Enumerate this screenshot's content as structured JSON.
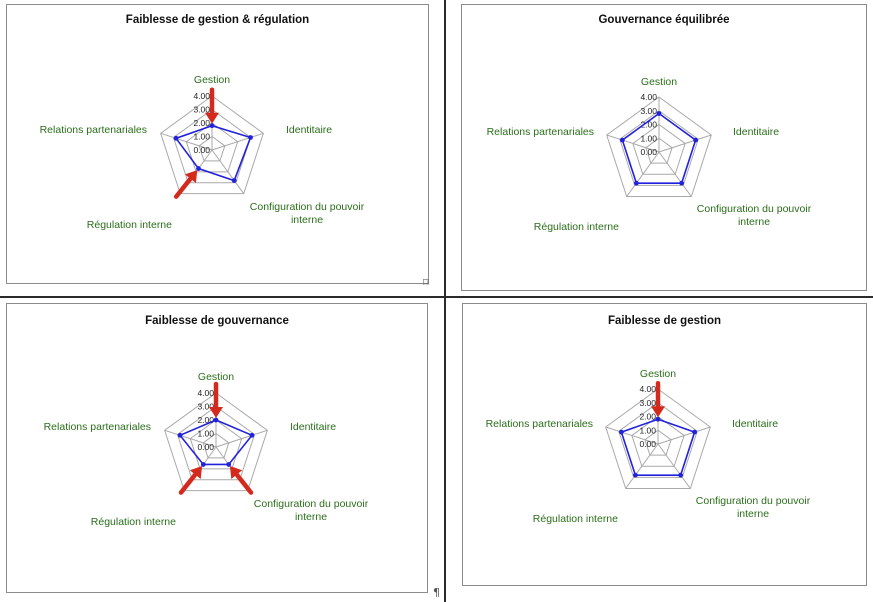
{
  "chart_data": [
    {
      "type": "radar",
      "title": "Faiblesse de gestion & régulation",
      "axes": [
        "Gestion",
        "Identitaire",
        "Configuration du pouvoir interne",
        "Régulation interne",
        "Relations partenariales"
      ],
      "ticks": [
        "0.00",
        "1.00",
        "2.00",
        "3.00",
        "4.00"
      ],
      "rmax": 4,
      "values": [
        1.8,
        3.0,
        2.8,
        1.7,
        2.8
      ],
      "arrows": [
        "Gestion",
        "Régulation interne"
      ],
      "colors": {
        "series": "#2222dd",
        "arrow": "#d42a1e",
        "label": "#2a6e1a",
        "grid": "#a9a9a9"
      }
    },
    {
      "type": "radar",
      "title": "Gouvernance équilibrée",
      "axes": [
        "Gestion",
        "Identitaire",
        "Configuration du pouvoir interne",
        "Régulation interne",
        "Relations partenariales"
      ],
      "ticks": [
        "0.00",
        "1.00",
        "2.00",
        "3.00",
        "4.00"
      ],
      "rmax": 4,
      "values": [
        2.8,
        2.8,
        2.8,
        2.8,
        2.8
      ],
      "arrows": [],
      "colors": {
        "series": "#2222dd",
        "arrow": "#d42a1e",
        "label": "#2a6e1a",
        "grid": "#a9a9a9"
      }
    },
    {
      "type": "radar",
      "title": "Faiblesse de gouvernance",
      "axes": [
        "Gestion",
        "Identitaire",
        "Configuration du pouvoir interne",
        "Régulation interne",
        "Relations partenariales"
      ],
      "ticks": [
        "0.00",
        "1.00",
        "2.00",
        "3.00",
        "4.00"
      ],
      "rmax": 4,
      "values": [
        2.0,
        2.8,
        1.6,
        1.6,
        2.8
      ],
      "arrows": [
        "Gestion",
        "Configuration du pouvoir interne",
        "Régulation interne"
      ],
      "colors": {
        "series": "#2222dd",
        "arrow": "#d42a1e",
        "label": "#2a6e1a",
        "grid": "#a9a9a9"
      }
    },
    {
      "type": "radar",
      "title": "Faiblesse de gestion",
      "axes": [
        "Gestion",
        "Identitaire",
        "Configuration du pouvoir interne",
        "Régulation interne",
        "Relations partenariales"
      ],
      "ticks": [
        "0.00",
        "1.00",
        "2.00",
        "3.00",
        "4.00"
      ],
      "rmax": 4,
      "values": [
        1.8,
        2.8,
        2.8,
        2.8,
        2.8
      ],
      "arrows": [
        "Gestion"
      ],
      "colors": {
        "series": "#2222dd",
        "arrow": "#d42a1e",
        "label": "#2a6e1a",
        "grid": "#a9a9a9"
      }
    }
  ],
  "marks": {
    "anchor": "⌑",
    "pilcrow": "¶"
  }
}
